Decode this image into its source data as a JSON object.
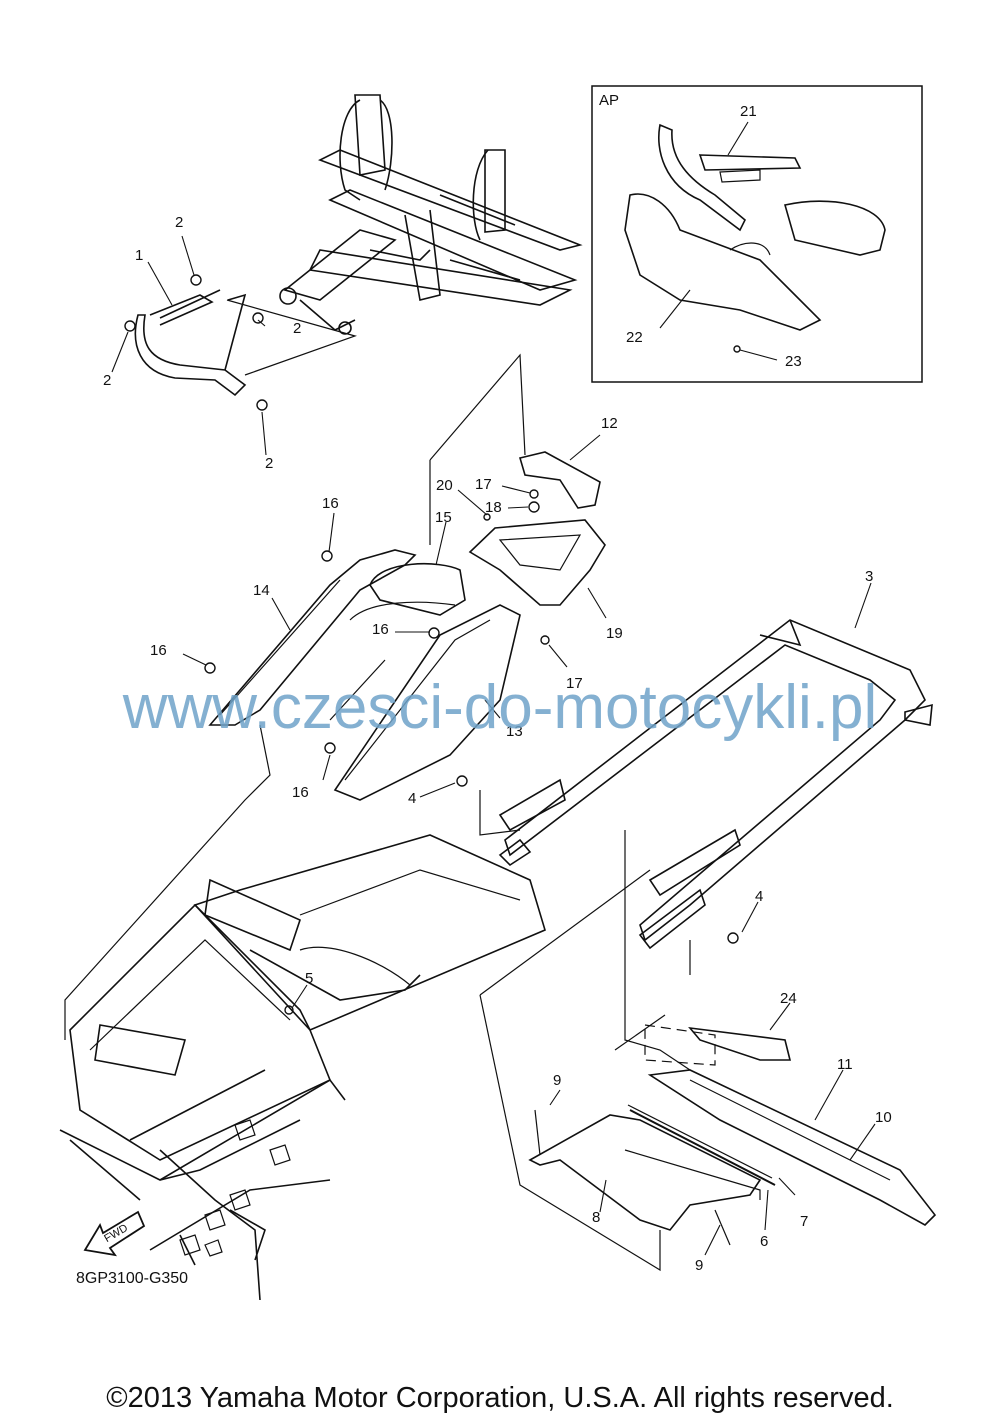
{
  "inset": {
    "tag": "AP"
  },
  "callouts": [
    "1",
    "2",
    "2",
    "2",
    "2",
    "3",
    "4",
    "4",
    "5",
    "6",
    "7",
    "8",
    "9",
    "9",
    "10",
    "11",
    "12",
    "13",
    "14",
    "15",
    "16",
    "16",
    "16",
    "16",
    "17",
    "17",
    "18",
    "19",
    "20",
    "21",
    "22",
    "23",
    "24"
  ],
  "fwd_label": "FWD",
  "doc_code": "8GP3100-G350",
  "watermark": "www.czesci-do-motocykli.pl",
  "copyright": "©2013 Yamaha Motor Corporation, U.S.A. All rights reserved.",
  "colors": {
    "line": "#111111",
    "watermark": "#6fa3c9"
  }
}
